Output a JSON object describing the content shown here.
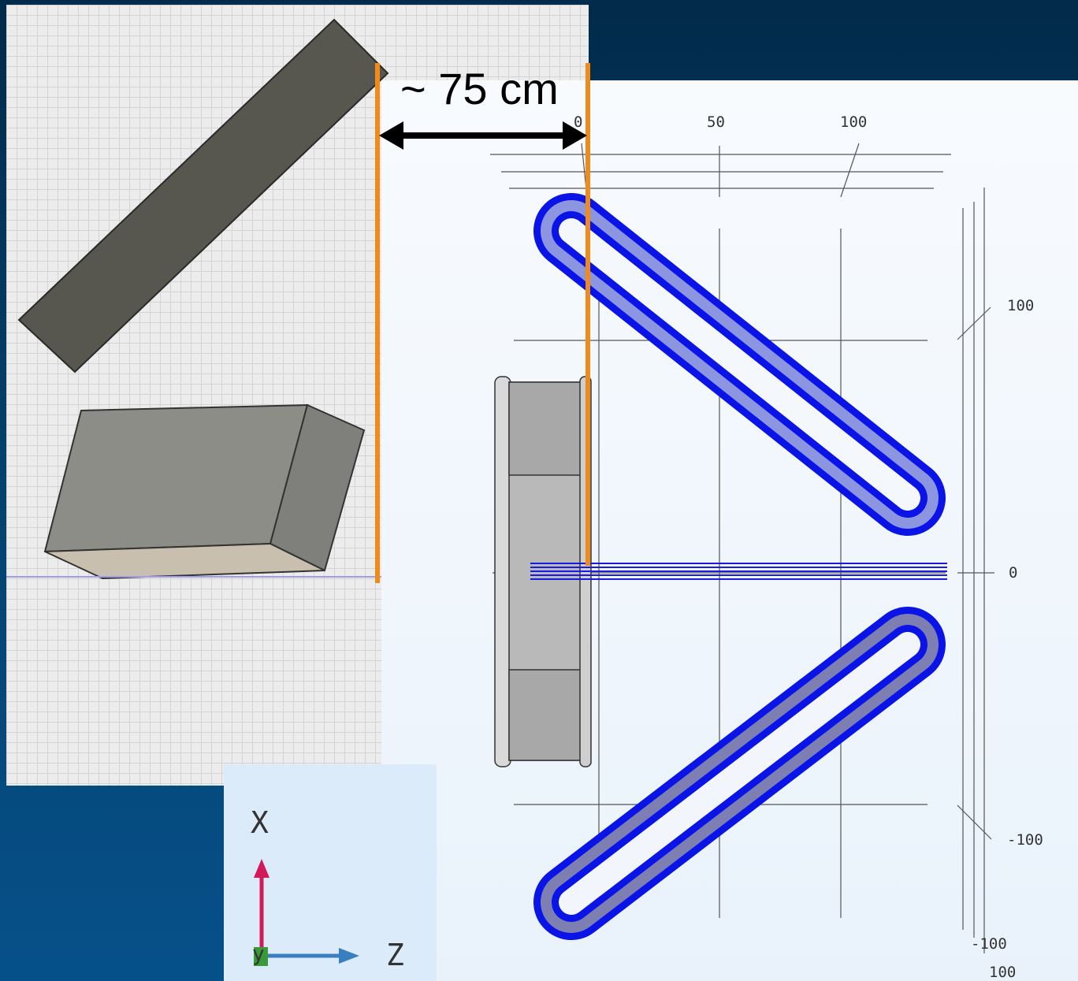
{
  "annotation": {
    "distance_label": "~ 75 cm"
  },
  "ruler": {
    "top_ticks": [
      "0",
      "50",
      "100"
    ],
    "right_ticks": [
      "100",
      "0",
      "-100"
    ],
    "bottom_ticks": [
      "-100",
      "100"
    ]
  },
  "axis_triad": {
    "vertical_label": "X",
    "horizontal_label": "Z",
    "origin_label": "y"
  },
  "colors": {
    "background": "#04446f",
    "marker_lines": "#ef8a1c",
    "coil": "#0a14e6",
    "coil_fill": "#8c95e0",
    "block": "#58564f",
    "box": "#8f8f8a"
  }
}
